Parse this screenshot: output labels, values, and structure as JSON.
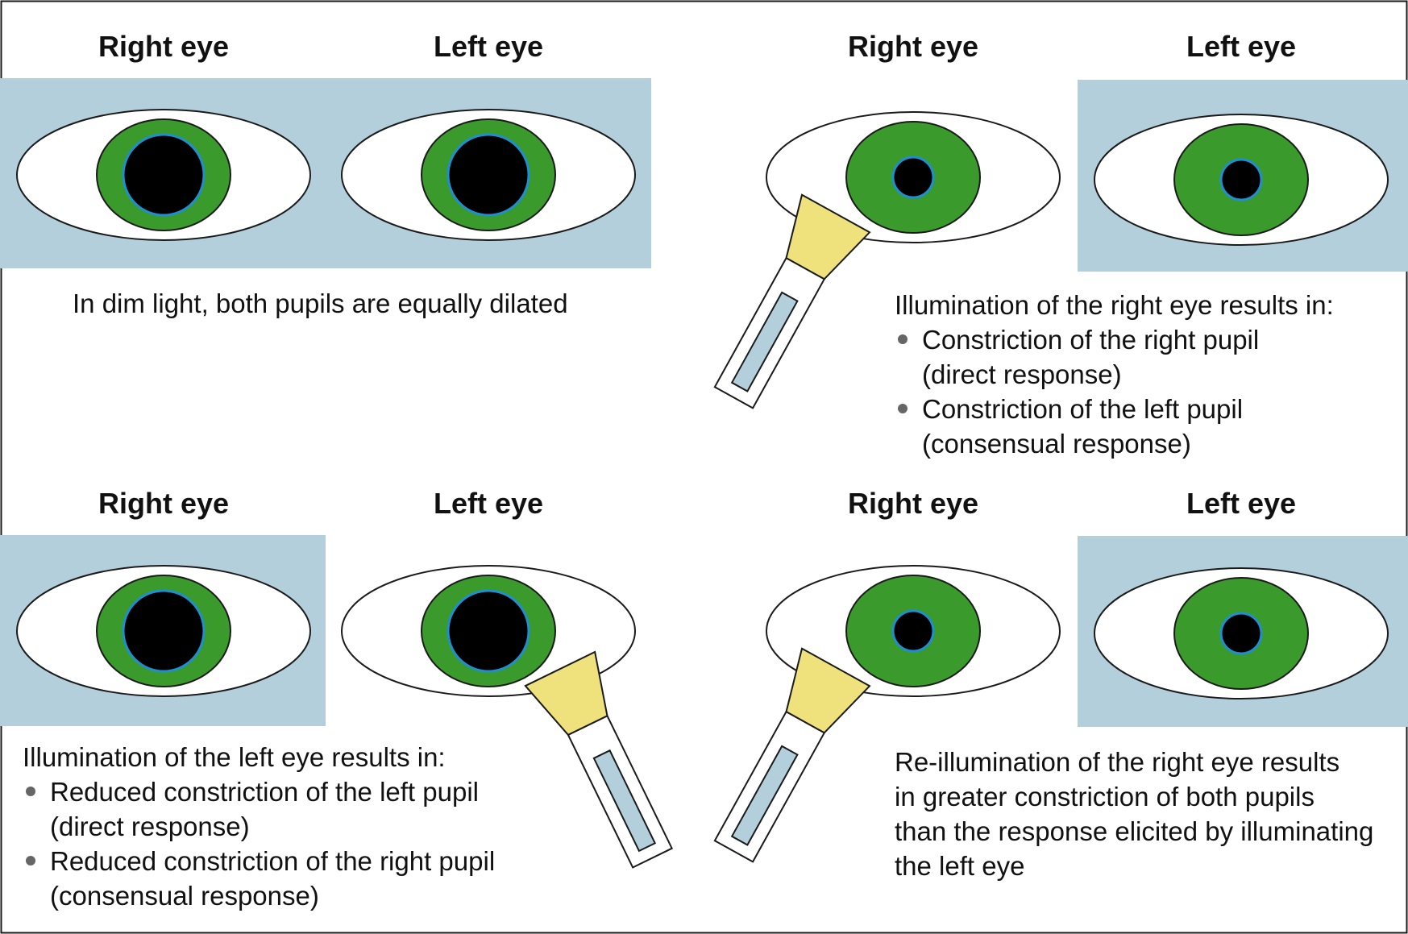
{
  "colors": {
    "dim_background": "#b3cfdb",
    "iris": "#3a9a2c",
    "pupil_ring": "#1e8fd2",
    "pupil": "#000000",
    "sclera": "#ffffff",
    "outline": "#1a1a1a",
    "torch_head": "#efe17c",
    "torch_window": "#b3cfdb"
  },
  "icons": {
    "torch": "penlight-icon",
    "eye": "eye-icon"
  },
  "panels": [
    {
      "id": "dim-light",
      "right_eye_label": "Right eye",
      "left_eye_label": "Left eye",
      "right_pupil": "dilated",
      "left_pupil": "dilated",
      "illuminated_eye": "none",
      "caption": {
        "text": "In dim light, both pupils are equally dilated"
      }
    },
    {
      "id": "illuminate-right",
      "right_eye_label": "Right eye",
      "left_eye_label": "Left eye",
      "right_pupil": "constricted",
      "left_pupil": "constricted",
      "illuminated_eye": "right",
      "caption": {
        "intro": "Illumination of the right eye results in:",
        "bullets": [
          {
            "line1": "Constriction of the right pupil",
            "line2": "(direct response)"
          },
          {
            "line1": "Constriction of the left pupil",
            "line2": "(consensual response)"
          }
        ]
      }
    },
    {
      "id": "illuminate-left",
      "right_eye_label": "Right eye",
      "left_eye_label": "Left eye",
      "right_pupil": "dilated",
      "left_pupil": "dilated",
      "illuminated_eye": "left",
      "caption": {
        "intro": "Illumination of the left eye results in:",
        "bullets": [
          {
            "line1": "Reduced constriction of the left pupil",
            "line2": "(direct response)"
          },
          {
            "line1": "Reduced constriction of the right pupil",
            "line2": "(consensual response)"
          }
        ]
      }
    },
    {
      "id": "reilluminate-right",
      "right_eye_label": "Right eye",
      "left_eye_label": "Left eye",
      "right_pupil": "constricted",
      "left_pupil": "constricted",
      "illuminated_eye": "right",
      "caption": {
        "lines": [
          "Re-illumination of the right eye results",
          "in greater constriction of both pupils",
          "than the response elicited by illuminating",
          "the left eye"
        ]
      }
    }
  ]
}
